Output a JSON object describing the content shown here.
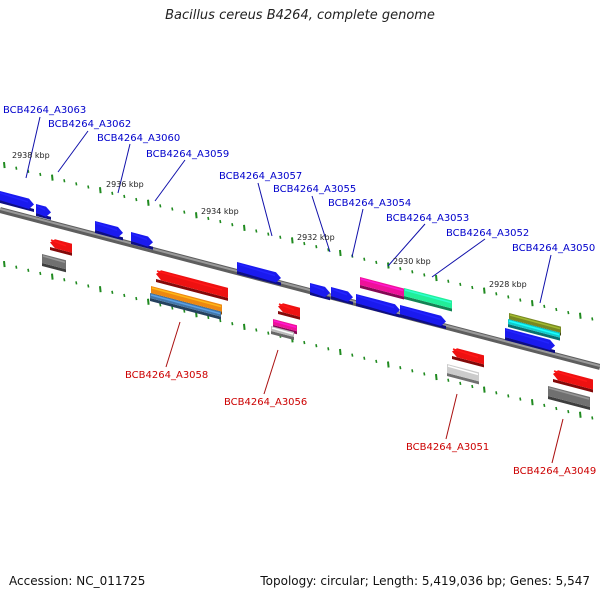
{
  "title": "Bacillus cereus B4264, complete genome",
  "footer": {
    "accession": "Accession: NC_011725",
    "info": "Topology: circular; Length: 5,419,036 bp; Genes: 5,547"
  },
  "colors": {
    "upper_label": "#0000cc",
    "lower_label": "#cc0000",
    "backbone": "#808080",
    "tick": "#1f8a1f",
    "blue": "#1a1aee",
    "red": "#ee1111",
    "gray": "#707070"
  },
  "scale_labels": [
    {
      "text": "2938 kbp"
    },
    {
      "text": "2936 kbp"
    },
    {
      "text": "2934 kbp"
    },
    {
      "text": "2932 kbp"
    },
    {
      "text": "2930 kbp"
    },
    {
      "text": "2928 kbp"
    }
  ],
  "upper_genes": [
    {
      "label": "BCB4264_A3063"
    },
    {
      "label": "BCB4264_A3062"
    },
    {
      "label": "BCB4264_A3060"
    },
    {
      "label": "BCB4264_A3059"
    },
    {
      "label": "BCB4264_A3057"
    },
    {
      "label": "BCB4264_A3055"
    },
    {
      "label": "BCB4264_A3054"
    },
    {
      "label": "BCB4264_A3053"
    },
    {
      "label": "BCB4264_A3052"
    },
    {
      "label": "BCB4264_A3050"
    }
  ],
  "lower_genes": [
    {
      "label": "BCB4264_A3058"
    },
    {
      "label": "BCB4264_A3056"
    },
    {
      "label": "BCB4264_A3051"
    },
    {
      "label": "BCB4264_A3049"
    }
  ]
}
